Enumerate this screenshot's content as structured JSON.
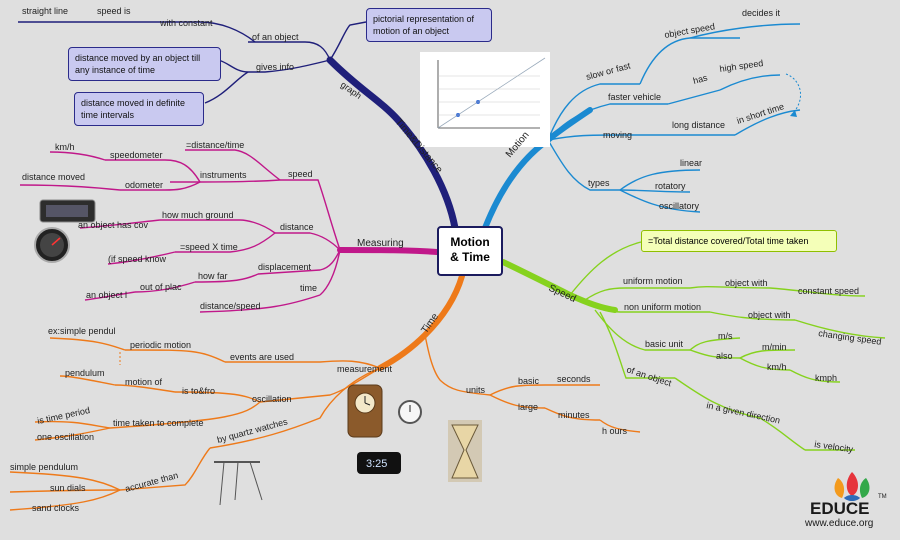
{
  "center": {
    "line1": "Motion",
    "line2": "& Time"
  },
  "branches": {
    "time_distance": "Time&Distance",
    "graph": "graph",
    "motion": "Motion",
    "measuring": "Measuring",
    "speed": "Speed",
    "time": "Time"
  },
  "graph_branch": {
    "straight_line": "straight line",
    "speed_is": "speed is",
    "with_constant": "with constant",
    "of_an_object": "of an object",
    "gives_info": "gives info",
    "box_pictorial": "pictorial representation of motion of an object",
    "box_distance_moved_till": "distance moved by an object till any instance of time",
    "box_distance_moved_intervals": "distance moved in definite time intervals"
  },
  "motion_branch": {
    "object_speed": "object speed",
    "decides_it": "decides it",
    "slow_or_fast": "slow or fast",
    "has": "has",
    "high_speed": "high speed",
    "faster_vehicle": "faster vehicle",
    "in_short_time": "in short time",
    "long_distance": "long distance",
    "moving": "moving",
    "types": "types",
    "linear": "linear",
    "rotatory": "rotatory",
    "oscillatory": "oscillatory"
  },
  "measuring_branch": {
    "km_h": "km/h",
    "speedometer": "speedometer",
    "eq_distance_time": "=distance/time",
    "instruments": "instruments",
    "speed": "speed",
    "distance_moved": "distance moved",
    "odometer": "odometer",
    "how_much_ground": "how much ground",
    "an_object_has_cov": "an object has cov",
    "distance": "distance",
    "if_speed_know": "(if speed know",
    "eq_speed_x_time": "=speed X time",
    "how_far": "how far",
    "displacement": "displacement",
    "out_of_plac": "out of plac",
    "an_object_l": "an object l",
    "time": "time",
    "distance_speed": "distance/speed"
  },
  "speed_branch": {
    "formula": "=Total distance covered/Total time taken",
    "uniform_motion": "uniform motion",
    "object_with_1": "object with",
    "constant_speed": "constant speed",
    "non_uniform_motion": "non uniform motion",
    "object_with_2": "object with",
    "changing_speed": "changing speed",
    "basic_unit": "basic unit",
    "m_s": "m/s",
    "m_min": "m/min",
    "also": "also",
    "km_h": "km/h",
    "kmph": "kmph",
    "of_an_object": "of an object",
    "in_a_given_direction": "in a given direction",
    "is_velocity": "is velocity"
  },
  "time_branch": {
    "ex_simple_pendul": "ex:simple pendul",
    "periodic_motion": "periodic motion",
    "events_are_used": "events are used",
    "measurement": "measurement",
    "pendulum": "pendulum",
    "motion_of": "motion of",
    "is_to_fro": "is to&fro",
    "oscillation": "oscillation",
    "is_time_period": "is time period",
    "time_taken_to_complete": "time taken to complete",
    "one_oscillation": "one oscillation",
    "by_quartz_watches": "by quartz watches",
    "simple_pendulum": "simple pendulum",
    "accurate_than": "accurate than",
    "sun_dials": "sun dials",
    "sand_clocks": "sand clocks",
    "units": "units",
    "basic": "basic",
    "seconds": "seconds",
    "large": "large",
    "minutes": "minutes",
    "hours": "h ours"
  },
  "clock_digital": "3:25",
  "logo": {
    "brand": "EDUCE",
    "tm": "TM",
    "url": "www.educe.org"
  },
  "colors": {
    "time_distance": "#1f1f7a",
    "motion": "#1b8ad1",
    "measuring": "#c0188a",
    "speed": "#86d21e",
    "time": "#ee7a1a"
  }
}
